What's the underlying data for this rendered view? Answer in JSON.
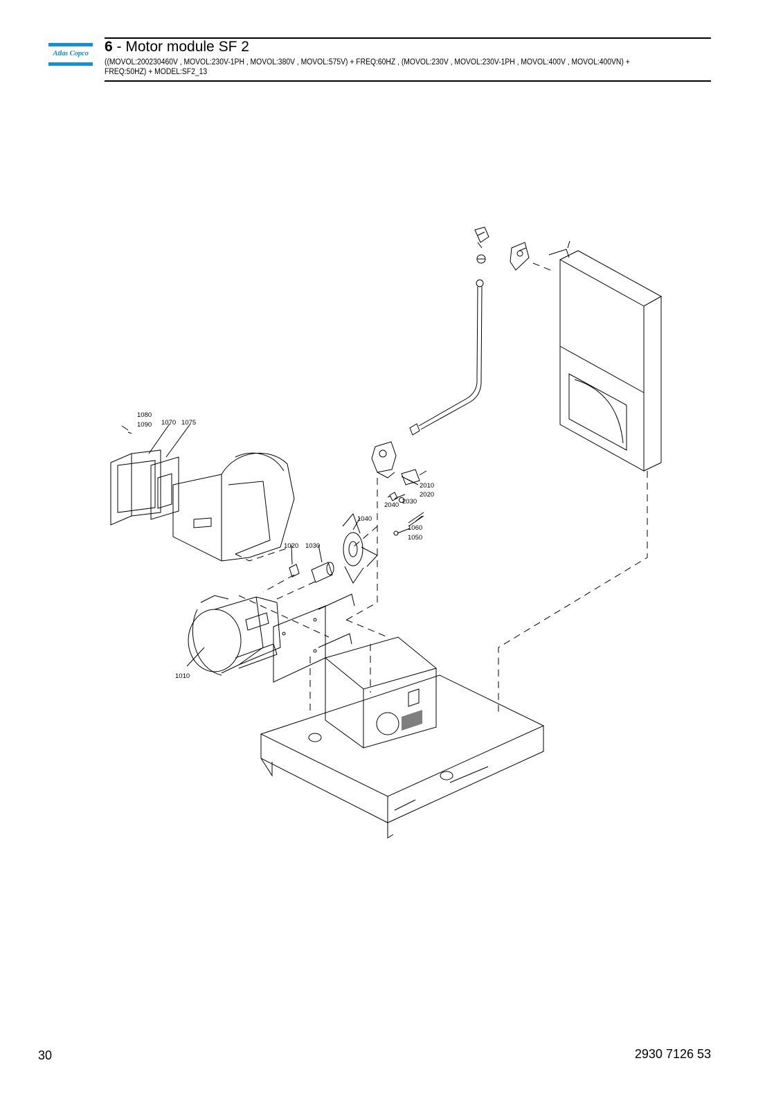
{
  "header": {
    "brand": "Atlas Copco",
    "section_number": "6",
    "section_title": " - Motor module SF 2",
    "subtitle": "((MOVOL:200230460V , MOVOL:230V-1PH , MOVOL:380V , MOVOL:575V) + FREQ:60HZ , (MOVOL:230V , MOVOL:230V-1PH , MOVOL:400V , MOVOL:400VN) + FREQ:50HZ) + MODEL:SF2_13"
  },
  "parts": [
    {
      "id": "1080"
    },
    {
      "id": "1090"
    },
    {
      "id": "1070"
    },
    {
      "id": "1075"
    },
    {
      "id": "2010"
    },
    {
      "id": "2020"
    },
    {
      "id": "2030"
    },
    {
      "id": "2040"
    },
    {
      "id": "1040"
    },
    {
      "id": "1060"
    },
    {
      "id": "1050"
    },
    {
      "id": "1020"
    },
    {
      "id": "1030"
    },
    {
      "id": "1010"
    }
  ],
  "footer": {
    "page_number": "30",
    "document_number": "2930 7126 53"
  }
}
